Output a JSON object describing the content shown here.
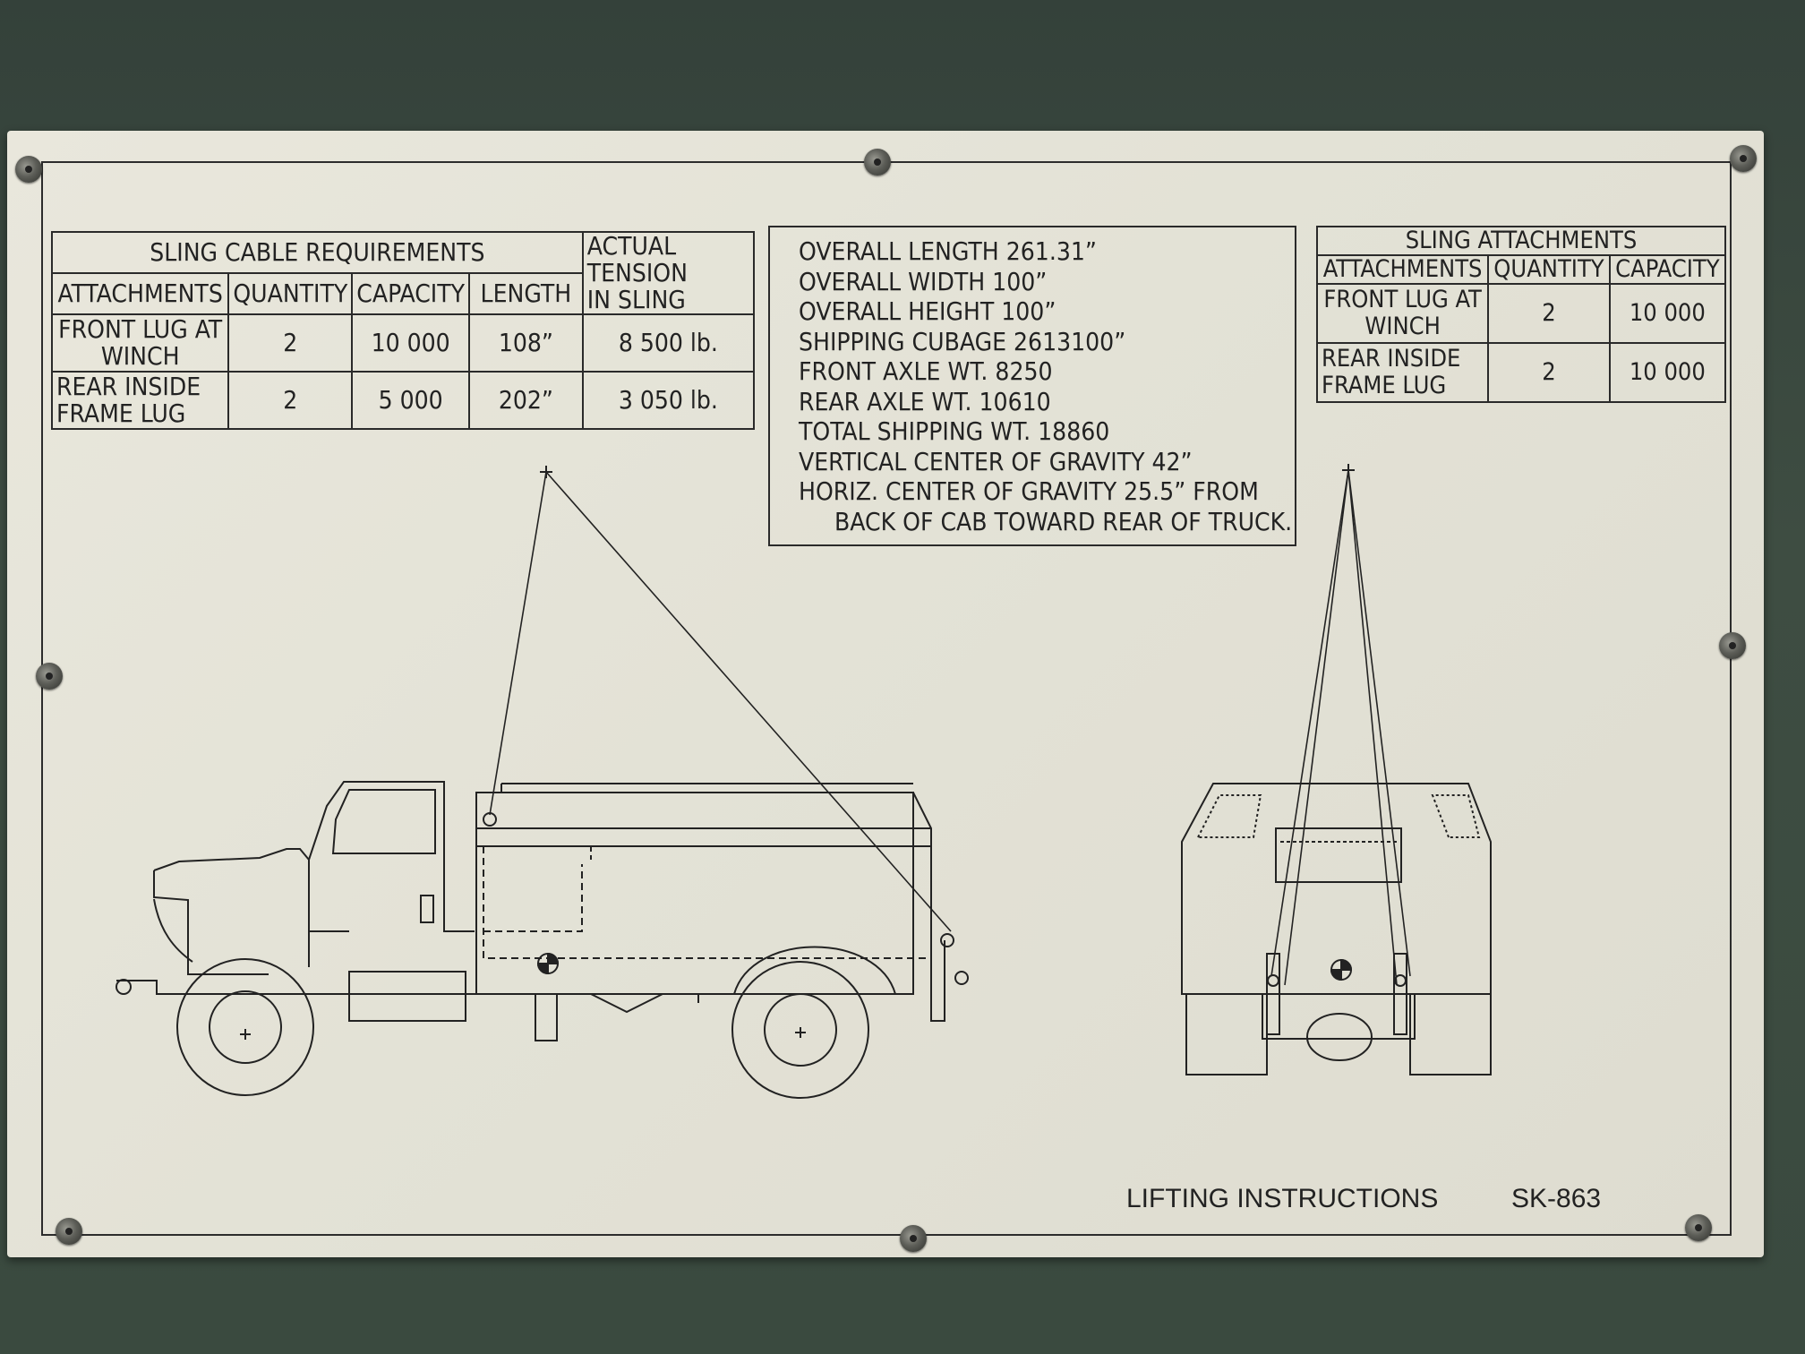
{
  "sling_cable_requirements": {
    "title": "SLING CABLE REQUIREMENTS",
    "headers": {
      "attachments": "ATTACHMENTS",
      "quantity": "QUANTITY",
      "capacity": "CAPACITY",
      "length": "LENGTH",
      "actual_tension_line1": "ACTUAL TENSION",
      "actual_tension_line2": "IN SLING"
    },
    "rows": [
      {
        "attachment_line1": "FRONT LUG AT",
        "attachment_line2": "WINCH",
        "quantity": "2",
        "capacity": "10 000",
        "length": "108”",
        "tension": "8 500 lb."
      },
      {
        "attachment_line1": "REAR INSIDE",
        "attachment_line2": "FRAME LUG",
        "quantity": "2",
        "capacity": "5 000",
        "length": "202”",
        "tension": "3 050 lb."
      }
    ]
  },
  "vehicle_data": {
    "lines": [
      "OVERALL LENGTH 261.31”",
      "OVERALL WIDTH 100”",
      "OVERALL HEIGHT 100”",
      "SHIPPING CUBAGE 2613100”",
      "FRONT AXLE WT. 8250",
      "REAR AXLE WT. 10610",
      "TOTAL SHIPPING WT. 18860",
      "VERTICAL CENTER OF GRAVITY 42”",
      "HORIZ. CENTER OF GRAVITY 25.5” FROM"
    ],
    "continuation": "BACK OF CAB TOWARD REAR OF TRUCK."
  },
  "sling_attachments": {
    "title": "SLING ATTACHMENTS",
    "headers": {
      "attachments": "ATTACHMENTS",
      "quantity": "QUANTITY",
      "capacity": "CAPACITY"
    },
    "rows": [
      {
        "attachment_line1": "FRONT LUG AT",
        "attachment_line2": "WINCH",
        "quantity": "2",
        "capacity": "10 000"
      },
      {
        "attachment_line1": "REAR INSIDE",
        "attachment_line2": "FRAME LUG",
        "quantity": "2",
        "capacity": "10 000"
      }
    ]
  },
  "footer": {
    "caption": "LIFTING INSTRUCTIONS",
    "code": "SK-863"
  },
  "colors": {
    "plate": "#e6e4d9",
    "ink": "#222222",
    "background": "#3b4a3d"
  }
}
